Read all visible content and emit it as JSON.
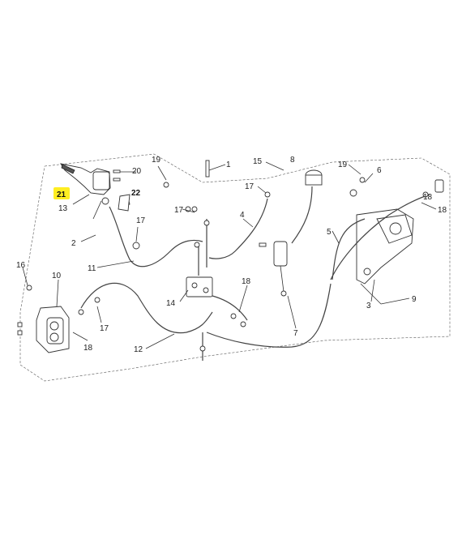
{
  "diagram": {
    "highlight": {
      "number": "21",
      "color": "#ffee22"
    },
    "callouts": [
      "20",
      "13",
      "22",
      "2",
      "17",
      "19",
      "1",
      "15",
      "8",
      "17",
      "4",
      "19",
      "6",
      "18",
      "5",
      "16",
      "10",
      "17",
      "18",
      "14",
      "11",
      "18",
      "12",
      "7",
      "3",
      "9"
    ]
  }
}
